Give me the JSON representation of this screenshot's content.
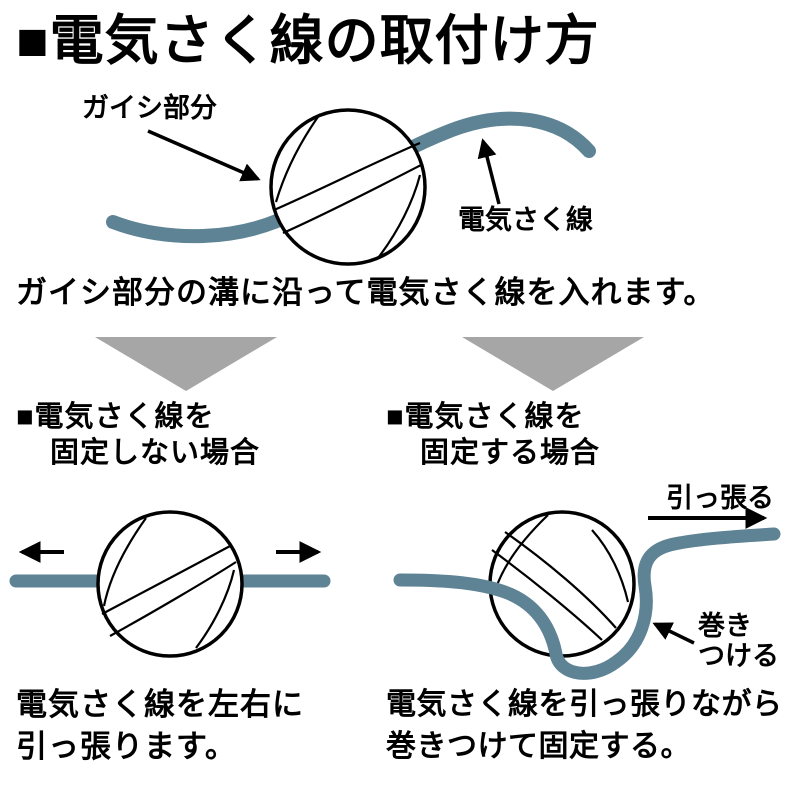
{
  "page": {
    "title": "■電気さく線の取付け方"
  },
  "colors": {
    "wire": "#5d8394",
    "triangle": "#a6a6a6",
    "ink": "#000000"
  },
  "top_section": {
    "label_insulator": "ガイシ部分",
    "label_wire": "電気さく線",
    "caption": "ガイシ部分の溝に沿って電気さく線を入れます。"
  },
  "left_section": {
    "heading_line1": "■電気さく線を",
    "heading_line2": "固定しない場合",
    "caption_line1": "電気さく線を左右に",
    "caption_line2": "引っ張ります。"
  },
  "right_section": {
    "heading_line1": "■電気さく線を",
    "heading_line2": "固定する場合",
    "label_pull": "引っ張る",
    "label_wrap_line1": "巻き",
    "label_wrap_line2": "つける",
    "caption_line1": "電気さく線を引っ張りながら",
    "caption_line2": "巻きつけて固定する。"
  }
}
